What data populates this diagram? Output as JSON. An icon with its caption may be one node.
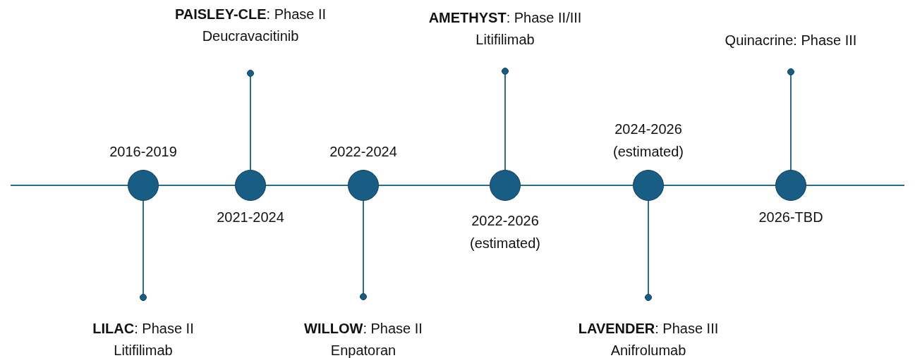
{
  "diagram": {
    "nodes": [
      {
        "text": [],
        "shape": "circle",
        "beside": [
          "2016-2019"
        ]
      },
      {
        "text": [],
        "shape": "circle",
        "beside": [
          "**LILAC**: Phase II",
          "Litifilimab"
        ]
      },
      {
        "text": [],
        "shape": "circle",
        "beside": [
          "2021-2024"
        ]
      },
      {
        "text": [],
        "shape": "circle",
        "beside": [
          "**PAISLEY-CLE**: Phase II",
          "Deucravacitinib"
        ]
      },
      {
        "text": [],
        "shape": "circle",
        "beside": [
          "2022-2024"
        ]
      },
      {
        "text": [],
        "shape": "circle",
        "beside": [
          "**WILLOW**: Phase II",
          "Enpatoran"
        ]
      },
      {
        "text": [],
        "shape": "circle",
        "beside": [
          "2022-2026 (estimated)"
        ]
      },
      {
        "text": [],
        "shape": "circle",
        "beside": [
          "**AMETHYST**: Phase II/III",
          "Litifilimab"
        ]
      },
      {
        "text": [],
        "shape": "circle",
        "beside": [
          "2024-2026 (estimated)"
        ]
      },
      {
        "text": [],
        "shape": "circle",
        "beside": [
          "**LAVENDER**: Phase III",
          "Anifrolumab"
        ]
      },
      {
        "text": [],
        "shape": "circle",
        "beside": [
          "2026-TBD"
        ]
      },
      {
        "text": [],
        "shape": "circle",
        "beside": [
          "Quinacrine: Phase III"
        ]
      }
    ],
    "edges": [
      {
        "from": null,
        "to": 0,
        "arrow": "none"
      },
      {
        "from": 0,
        "to": 2,
        "arrow": "none"
      },
      {
        "from": 2,
        "to": 4,
        "arrow": "none"
      },
      {
        "from": 4,
        "to": 6,
        "arrow": "none"
      },
      {
        "from": 6,
        "to": 8,
        "arrow": "none"
      },
      {
        "from": 8,
        "to": 10,
        "arrow": "none"
      },
      {
        "from": 10,
        "to": null,
        "arrow": "none"
      },
      {
        "from": 0,
        "to": 1,
        "arrow": "none"
      },
      {
        "from": 2,
        "to": 3,
        "arrow": "none"
      },
      {
        "from": 4,
        "to": 5,
        "arrow": "none"
      },
      {
        "from": 6,
        "to": 7,
        "arrow": "none"
      },
      {
        "from": 8,
        "to": 9,
        "arrow": "none"
      },
      {
        "from": 10,
        "to": 11,
        "arrow": "none"
      }
    ]
  }
}
